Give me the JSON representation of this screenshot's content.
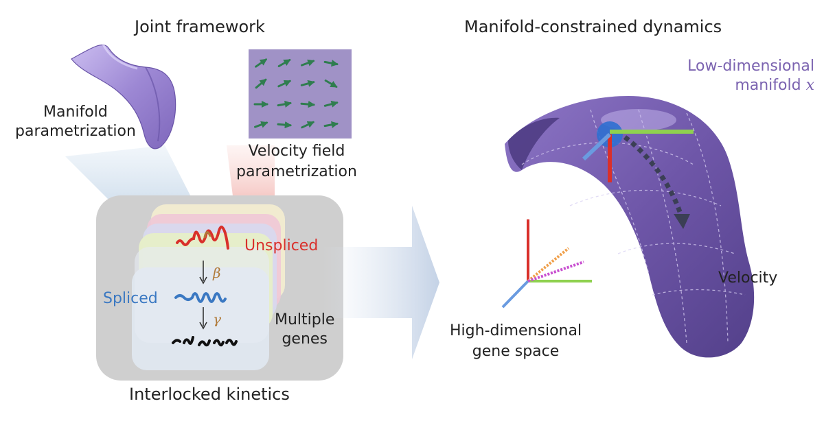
{
  "left": {
    "title": "Joint framework",
    "manifold_label": [
      "Manifold",
      "parametrization"
    ],
    "velocity_label": [
      "Velocity field",
      "parametrization"
    ],
    "unspliced_label": "Unspliced",
    "spliced_label": "Spliced",
    "beta_symbol": "β",
    "gamma_symbol": "γ",
    "genes_label": [
      "Multiple",
      "genes"
    ],
    "bottom_label": "Interlocked kinetics"
  },
  "right": {
    "title": "Manifold-constrained dynamics",
    "manifold_label_line1": "Low-dimensional",
    "manifold_label_line2": "manifold",
    "manifold_var": "x",
    "velocity_label": "Velocity",
    "gene_space_label": [
      "High-dimensional",
      "gene space"
    ]
  },
  "colors": {
    "manifold": "#7b63b0",
    "manifold_dark": "#4b3a80",
    "velocity_arrows": "#2f7d4f",
    "velocity_panel": "#a092c6",
    "unspliced": "#d9302b",
    "spliced": "#3a78c2",
    "beta": "#b07a3a",
    "axis_red": "#d9302b",
    "axis_green": "#8fd14f",
    "axis_blue": "#6a9be0",
    "axis_orange": "#f0a04b",
    "axis_magenta": "#c84fd0"
  },
  "icons": [
    "manifold-surface-icon",
    "velocity-field-icon",
    "flow-arrow-icon",
    "gene-space-axes-icon"
  ]
}
